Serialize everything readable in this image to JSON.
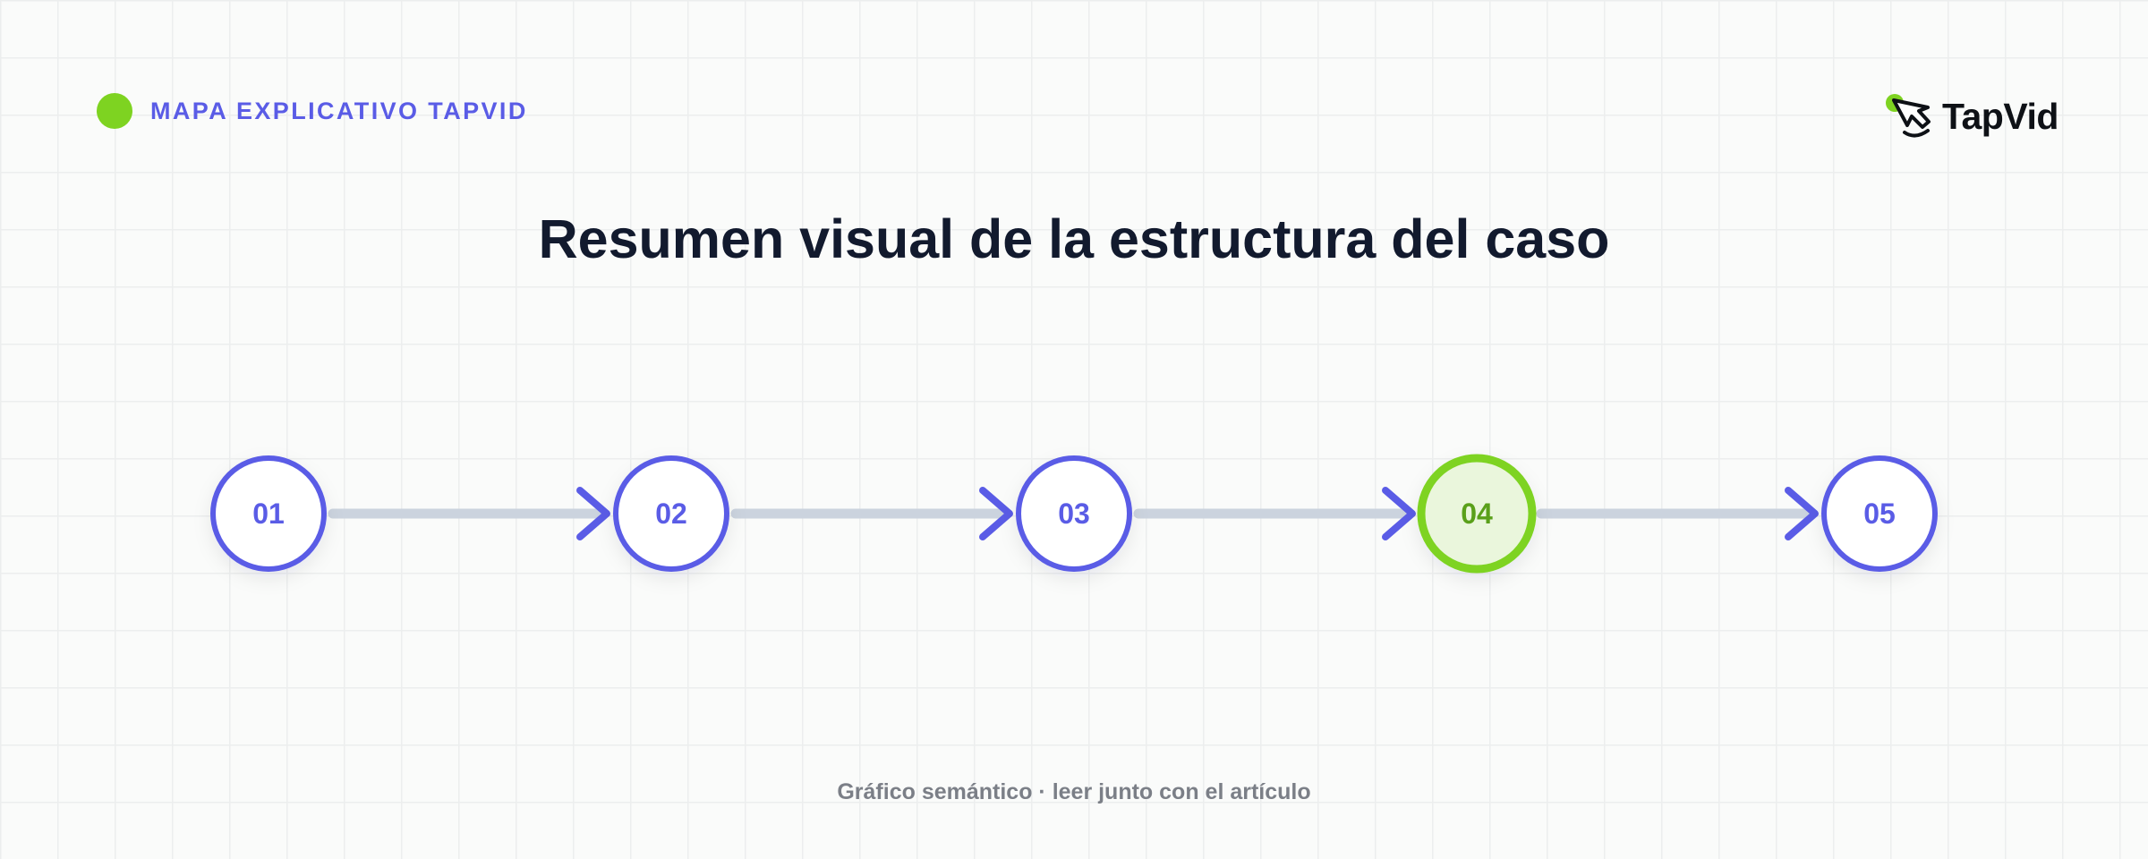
{
  "header": {
    "label": "MAPA EXPLICATIVO TAPVID"
  },
  "logo": {
    "text": "TapVid",
    "icon": "pointing-hand-icon"
  },
  "title": "Resumen visual de la estructura del caso",
  "steps": [
    {
      "label": "01",
      "highlighted": false
    },
    {
      "label": "02",
      "highlighted": false
    },
    {
      "label": "03",
      "highlighted": false
    },
    {
      "label": "04",
      "highlighted": true
    },
    {
      "label": "05",
      "highlighted": false
    }
  ],
  "footer": "Gráfico semántico · leer junto con el artículo",
  "colors": {
    "accent": "#5a5ce6",
    "highlight": "#7ed321",
    "highlight_fill": "#eaf6dc",
    "highlight_text": "#5aa01a",
    "connector": "#cbd3de",
    "title": "#121a2e",
    "footer": "#7b7f87"
  }
}
